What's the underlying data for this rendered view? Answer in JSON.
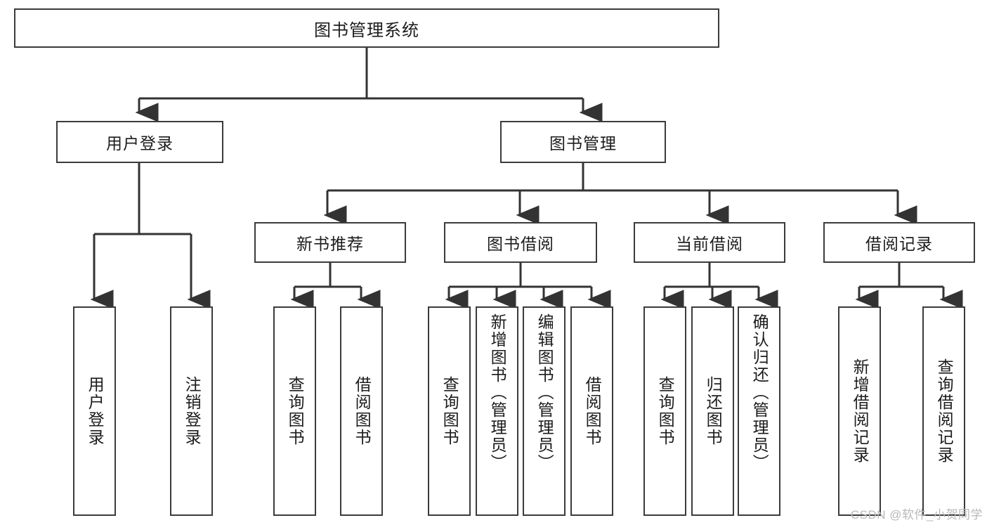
{
  "diagram": {
    "type": "tree",
    "title": "图书管理系统",
    "root": {
      "label": "图书管理系统"
    },
    "level2": [
      {
        "label": "用户登录"
      },
      {
        "label": "图书管理"
      }
    ],
    "level3": [
      {
        "label": "新书推荐"
      },
      {
        "label": "图书借阅"
      },
      {
        "label": "当前借阅"
      },
      {
        "label": "借阅记录"
      }
    ],
    "leaves": {
      "user_login": [
        {
          "label": "用户登录"
        },
        {
          "label": "注销登录"
        }
      ],
      "new_book_recommend": [
        {
          "label": "查询图书"
        },
        {
          "label": "借阅图书"
        }
      ],
      "book_borrow": [
        {
          "label": "查询图书"
        },
        {
          "label": "新增图书（管理员）"
        },
        {
          "label": "编辑图书（管理员）"
        },
        {
          "label": "借阅图书"
        }
      ],
      "current_borrow": [
        {
          "label": "查询图书"
        },
        {
          "label": "归还图书"
        },
        {
          "label": "确认归还（管理员）"
        }
      ],
      "borrow_record": [
        {
          "label": "新增借阅记录"
        },
        {
          "label": "查询借阅记录"
        }
      ]
    },
    "colors": {
      "box_border": "#3b3b3b",
      "box_fill": "#ffffff",
      "text": "#1c1c1c",
      "connector": "#333333",
      "watermark": "#b8b8b8"
    }
  },
  "watermark": {
    "text": "CSDN @软件_小贺同学"
  }
}
